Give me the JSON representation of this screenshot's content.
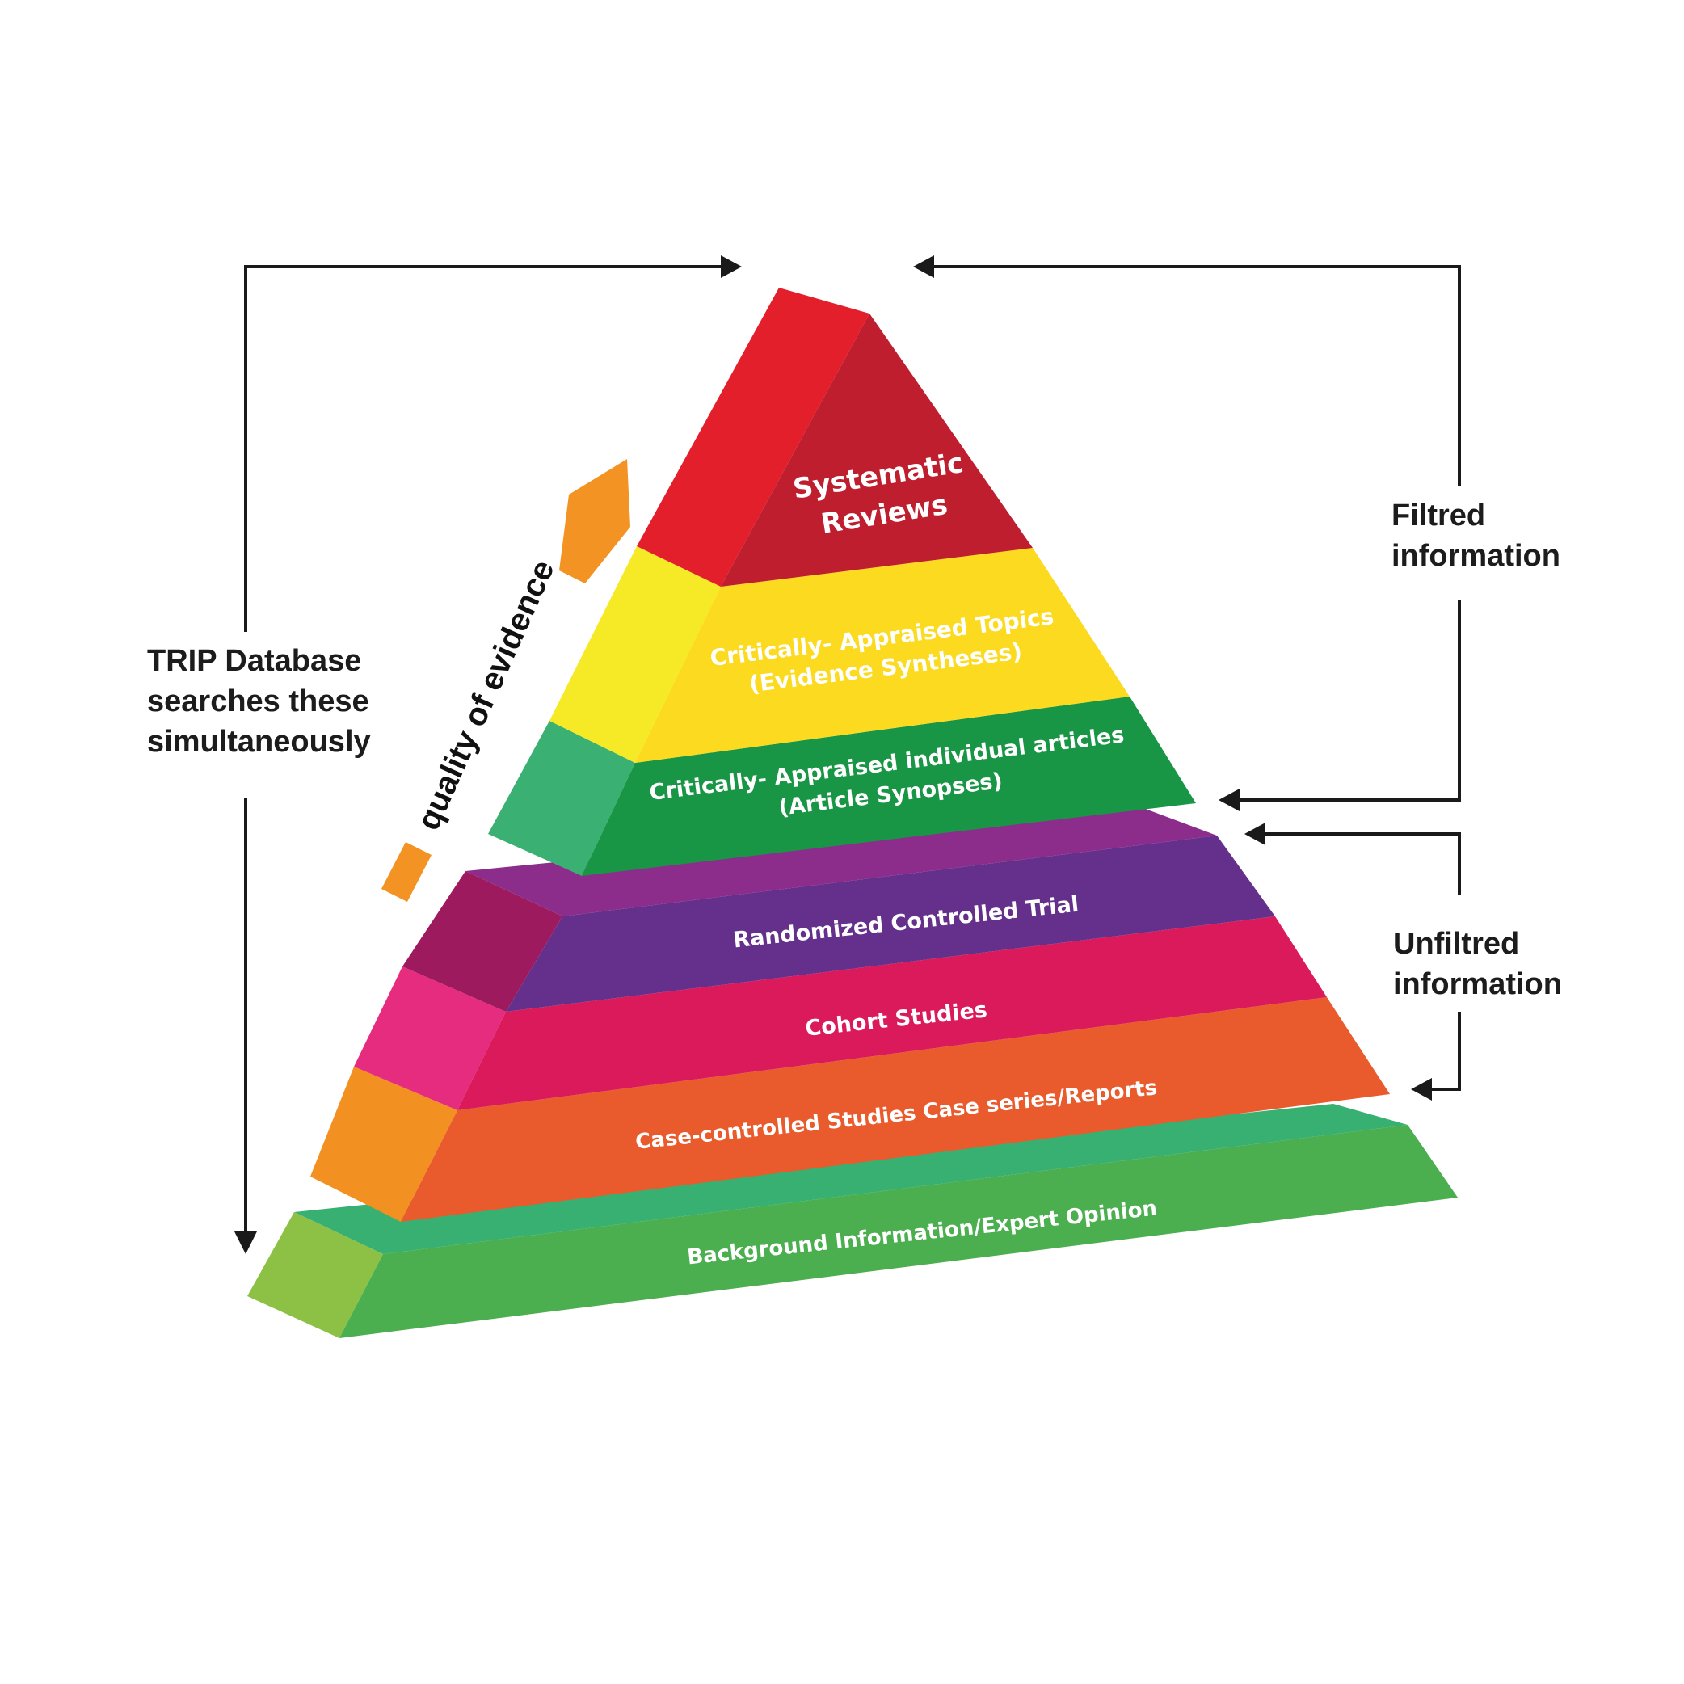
{
  "left_label": [
    "TRIP Database",
    "searches these",
    "simultaneously"
  ],
  "quality_label": "quality of evidence",
  "filtered_label": [
    "Filtred",
    "information"
  ],
  "unfiltered_label": [
    "Unfiltred",
    "information"
  ],
  "tiers": [
    {
      "id": "systematic-reviews",
      "lines": [
        "Systematic",
        "Reviews"
      ],
      "color_front": "#BF1E2E",
      "color_side": "#E41F2C"
    },
    {
      "id": "critically-appraised-topics",
      "lines": [
        "Critically- Appraised Topics",
        "(Evidence Syntheses)"
      ],
      "color_front": "#FBDA1F",
      "color_side": "#F6EA26"
    },
    {
      "id": "critically-appraised-articles",
      "lines": [
        "Critically- Appraised individual articles",
        "(Article Synopses)"
      ],
      "color_front": "#189645",
      "color_side": "#3AB072"
    },
    {
      "id": "randomized-controlled-trial",
      "lines": [
        "Randomized Controlled Trial"
      ],
      "color_front": "#64308B",
      "color_side": "#9D1A5F",
      "color_top": "#8D2D8B"
    },
    {
      "id": "cohort-studies",
      "lines": [
        "Cohort Studies"
      ],
      "color_front": "#DB1A5B",
      "color_side": "#E52C7E"
    },
    {
      "id": "case-controlled-studies",
      "lines": [
        "Case-controlled Studies Case series/Reports"
      ],
      "color_front": "#E95B2C",
      "color_side": "#F39022"
    },
    {
      "id": "background-information",
      "lines": [
        "Background Information/Expert Opinion"
      ],
      "color_front": "#4BAE4F",
      "color_side": "#8DC145",
      "color_top": "#38B071"
    }
  ],
  "colors": {
    "quality_arrow": "#F39323",
    "connector": "#1a1a1a"
  }
}
